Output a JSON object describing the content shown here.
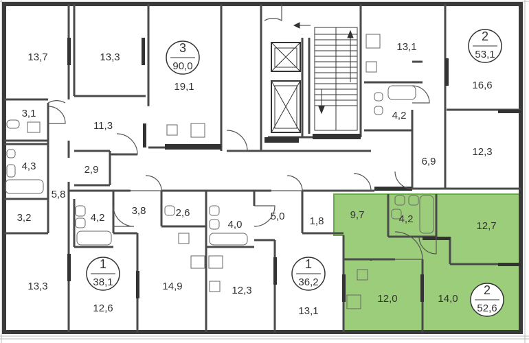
{
  "colors": {
    "wall": "#3a3a3a",
    "partition": "#4a4a4a",
    "highlight": "#9ccd7a",
    "highlight_border": "#6aa84f",
    "fixture": "#666666"
  },
  "apartments": [
    {
      "id": "apt-3-top",
      "rooms": "3",
      "area": "90,0"
    },
    {
      "id": "apt-2-top",
      "rooms": "2",
      "area": "53,1"
    },
    {
      "id": "apt-1-left",
      "rooms": "1",
      "area": "38,1"
    },
    {
      "id": "apt-1-mid",
      "rooms": "1",
      "area": "36,2"
    },
    {
      "id": "apt-2-highlight",
      "rooms": "2",
      "area": "52,6"
    }
  ],
  "rooms": [
    "13,7",
    "13,3",
    "19,1",
    "3,1",
    "11,3",
    "4,3",
    "2,9",
    "5,8",
    "3,2",
    "13,3",
    "4,2",
    "3,8",
    "2,6",
    "4,0",
    "5,0",
    "1,8",
    "12,6",
    "14,9",
    "12,3",
    "13,1",
    "13,1",
    "16,6",
    "4,2",
    "6,9",
    "12,3",
    "9,7",
    "4,2",
    "12,7",
    "12,0",
    "14,0"
  ]
}
